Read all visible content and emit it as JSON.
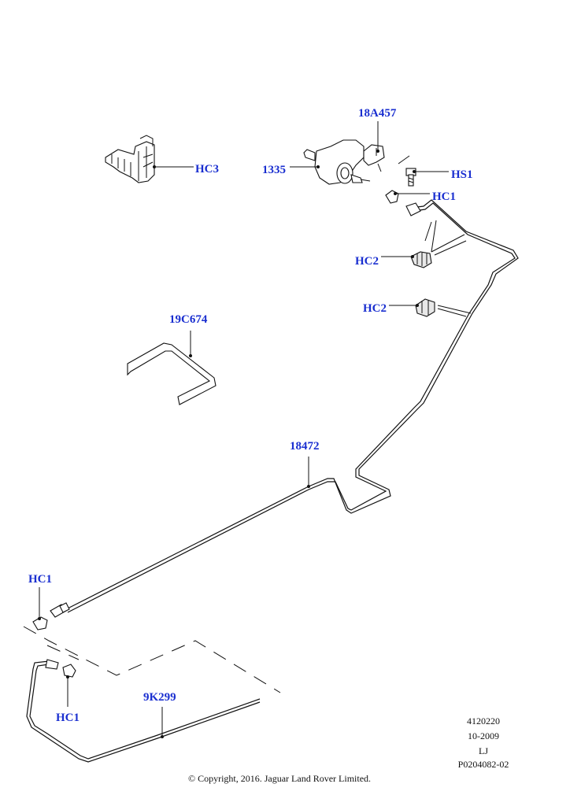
{
  "labels": {
    "hc3": "HC3",
    "part_18a457": "18A457",
    "part_1335": "1335",
    "hs1": "HS1",
    "hc1_top": "HC1",
    "hc2_upper": "HC2",
    "hc2_lower": "HC2",
    "part_19c674": "19C674",
    "part_18472": "18472",
    "hc1_left": "HC1",
    "hc1_bottom": "HC1",
    "part_9k299": "9K299"
  },
  "meta": {
    "code": "4120220",
    "date": "10-2009",
    "initials": "LJ",
    "ref": "P0204082-02"
  },
  "copyright": "© Copyright, 2016. Jaguar Land Rover Limited.",
  "colors": {
    "label": "#1a2fd0",
    "line": "#111111"
  }
}
